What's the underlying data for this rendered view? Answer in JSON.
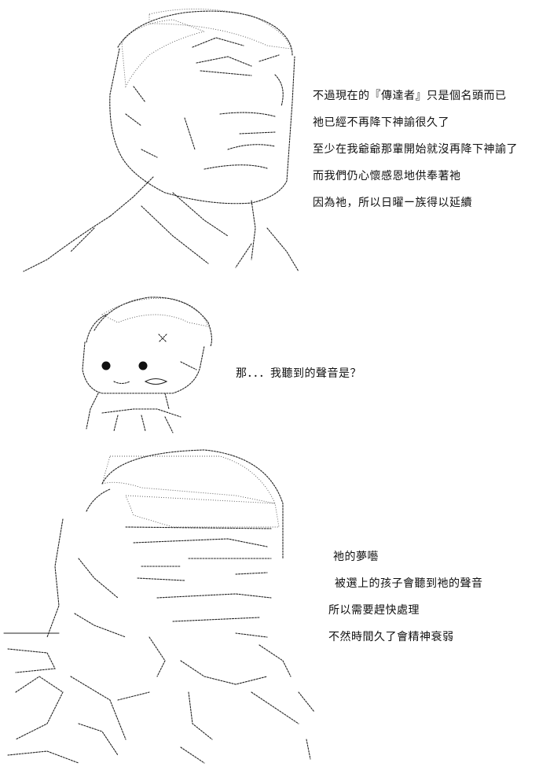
{
  "panels": [
    {
      "lines": [
        "不過現在的『傳達者』只是個名頭而已",
        "祂已經不再降下神諭很久了",
        "至少在我爺爺那輩開始就沒再降下神諭了",
        "而我們仍心懷感恩地供奉著祂",
        "因為祂，所以日曜ー族得以延續"
      ]
    },
    {
      "lines": [
        "那．．．我聽到的聲音是？"
      ]
    },
    {
      "lines": [
        "祂的夢囈",
        "被選上的孩子會聽到祂的聲音",
        "所以需要趕快處理",
        "不然時間久了會精神衰弱"
      ]
    }
  ]
}
